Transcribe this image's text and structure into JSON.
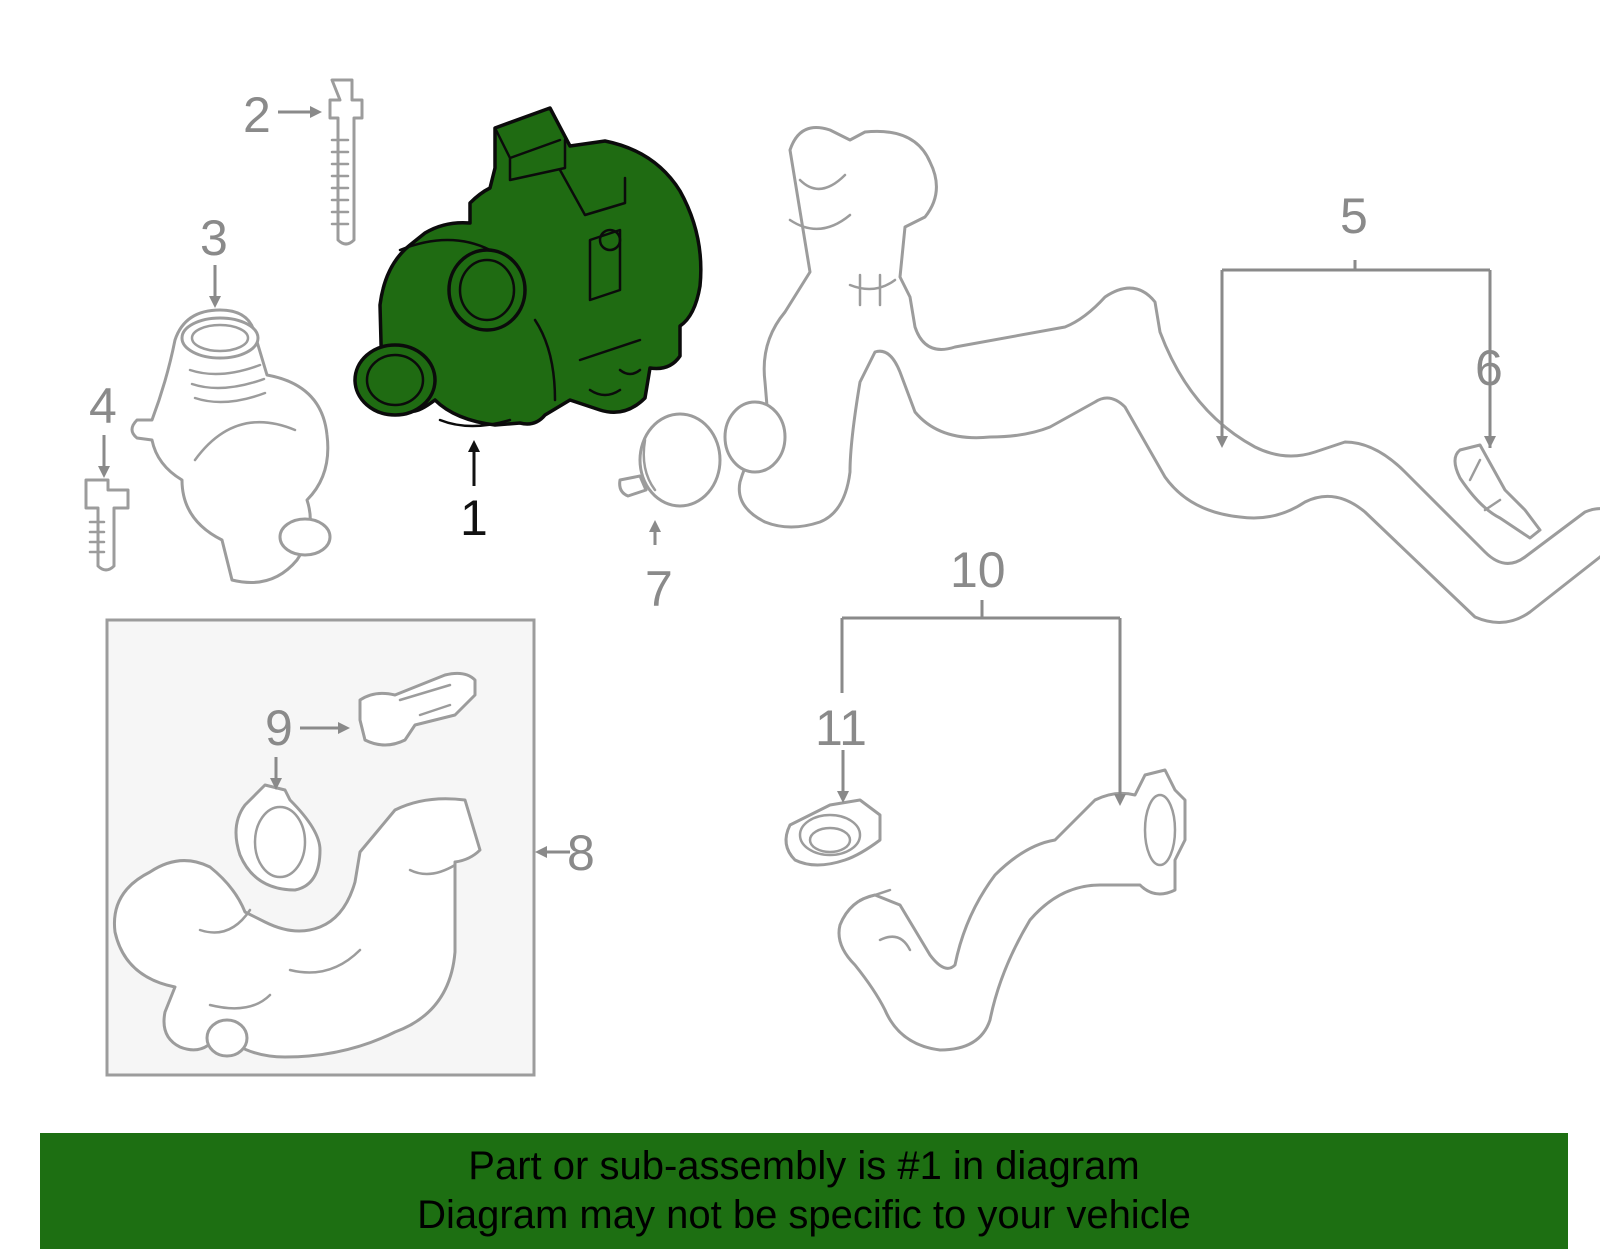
{
  "diagram": {
    "highlight_color": "#1f6b12",
    "callouts": [
      {
        "id": "1",
        "label": "1",
        "highlighted": true
      },
      {
        "id": "2",
        "label": "2"
      },
      {
        "id": "3",
        "label": "3"
      },
      {
        "id": "4",
        "label": "4"
      },
      {
        "id": "5",
        "label": "5"
      },
      {
        "id": "6",
        "label": "6"
      },
      {
        "id": "7",
        "label": "7"
      },
      {
        "id": "8",
        "label": "8"
      },
      {
        "id": "9",
        "label": "9"
      },
      {
        "id": "10",
        "label": "10"
      },
      {
        "id": "11",
        "label": "11"
      }
    ]
  },
  "banner": {
    "color": "#1d6f12",
    "line1": "Part or sub-assembly is #1 in diagram",
    "line2": "Diagram may not be specific to your vehicle"
  }
}
